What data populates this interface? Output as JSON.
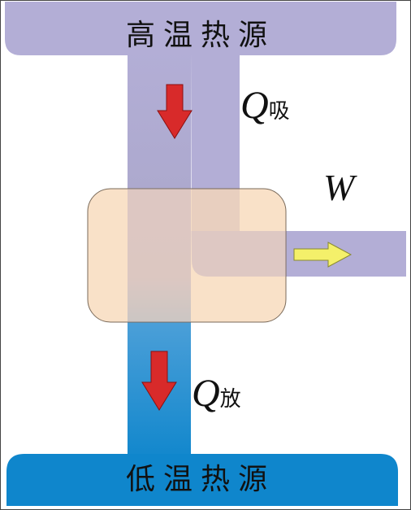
{
  "hot_source": {
    "label": "高温热源"
  },
  "cold_source": {
    "label": "低温热源"
  },
  "heat_in": {
    "symbol": "Q",
    "subscript": "吸"
  },
  "heat_out": {
    "symbol": "Q",
    "subscript": "放"
  },
  "work": {
    "symbol": "W"
  },
  "colors": {
    "hot_reservoir": "#b3aed6",
    "cold_reservoir": "#0f86cc",
    "engine": "#f7d9b8",
    "heat_arrow": "#d82a2a",
    "work_arrow": "#f4f06a"
  }
}
